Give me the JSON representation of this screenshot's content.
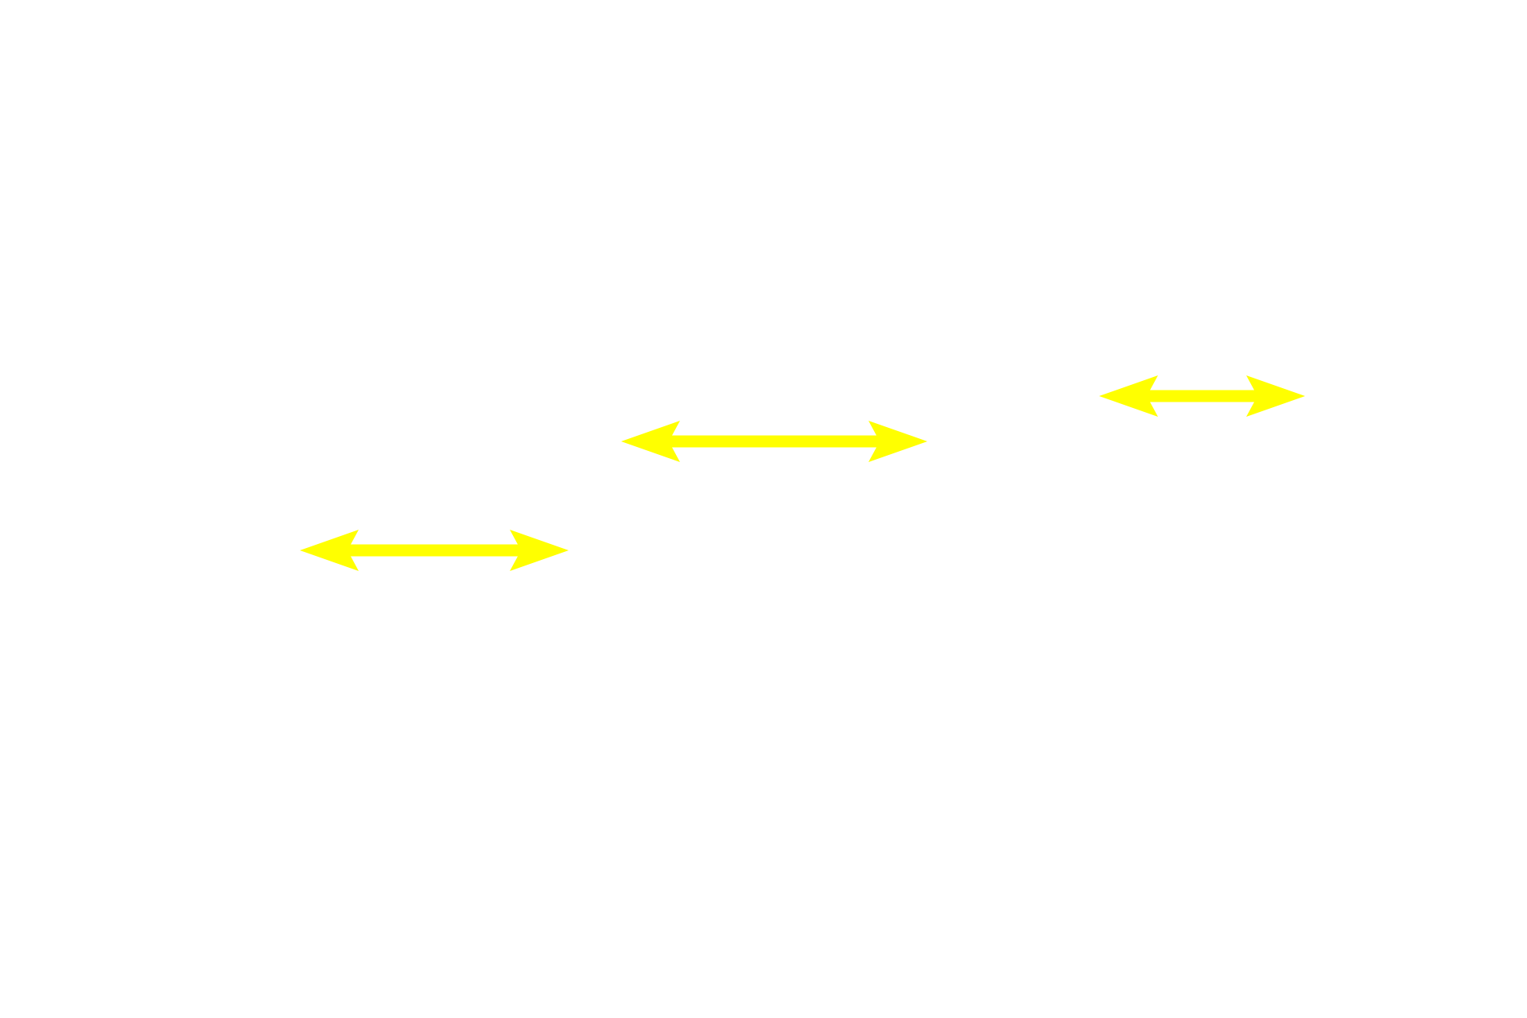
{
  "arrows": [
    {
      "type": "double-headed-arrow",
      "color": "#ffff00"
    },
    {
      "type": "double-headed-arrow",
      "color": "#ffff00"
    },
    {
      "type": "double-headed-arrow",
      "color": "#ffff00"
    }
  ],
  "background_color": "#ffffff"
}
